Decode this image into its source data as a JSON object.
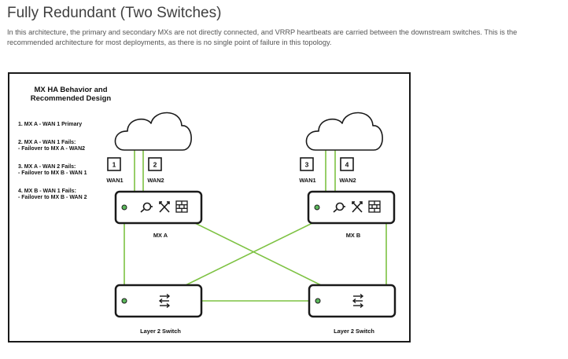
{
  "page": {
    "title": "Fully Redundant (Two Switches)",
    "description": "In this architecture, the primary and secondary MXs are not directly connected, and VRRP heartbeats are carried between the downstream switches. This is the recommended architecture for most deployments, as there is no single point of failure in this topology."
  },
  "diagram": {
    "title_line1": "MX HA Behavior and",
    "title_line2": "Recommended Design",
    "steps": [
      {
        "lines": [
          "1. MX A - WAN 1 Primary"
        ]
      },
      {
        "lines": [
          "2. MX A - WAN 1 Fails:",
          "- Failover to MX A - WAN2"
        ]
      },
      {
        "lines": [
          "3. MX A - WAN 2 Fails:",
          "- Failover to MX B - WAN 1"
        ]
      },
      {
        "lines": [
          "4. MX B - WAN 1 Fails:",
          "- Failover to MX B - WAN 2"
        ]
      }
    ],
    "wan_numbers": [
      "1",
      "2",
      "3",
      "4"
    ],
    "wan_labels": [
      "WAN1",
      "WAN2",
      "WAN1",
      "WAN2"
    ],
    "mx_labels": [
      "MX A",
      "MX B"
    ],
    "switch_labels": [
      "Layer 2 Switch",
      "Layer 2 Switch"
    ],
    "colors": {
      "link": "#7dc242",
      "status_led": "#5cb85c",
      "stroke": "#1a1a1a"
    },
    "icons": [
      "cloud-icon",
      "search-icon",
      "arrows-icon",
      "firewall-icon",
      "switch-arrows-icon"
    ]
  }
}
